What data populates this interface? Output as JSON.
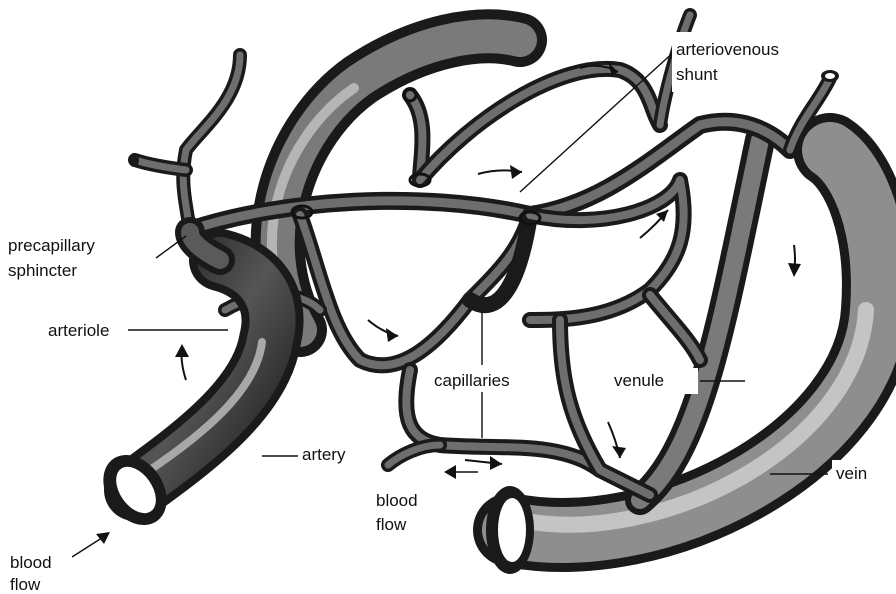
{
  "labels": {
    "arteriovenous_shunt_1": "arteriovenous",
    "arteriovenous_shunt_2": "shunt",
    "precapillary_sphincter_1": "precapillary",
    "precapillary_sphincter_2": "sphincter",
    "arteriole": "arteriole",
    "capillaries": "capillaries",
    "venule": "venule",
    "artery": "artery",
    "vein": "vein",
    "blood_flow_left_1": "blood",
    "blood_flow_left_2": "flow",
    "blood_flow_center_1": "blood",
    "blood_flow_center_2": "flow"
  },
  "colors": {
    "vessel_dark": "#1a1a1a",
    "vessel_mid": "#4a4a4a",
    "vessel_light": "#9a9a9a",
    "background": "#ffffff"
  }
}
